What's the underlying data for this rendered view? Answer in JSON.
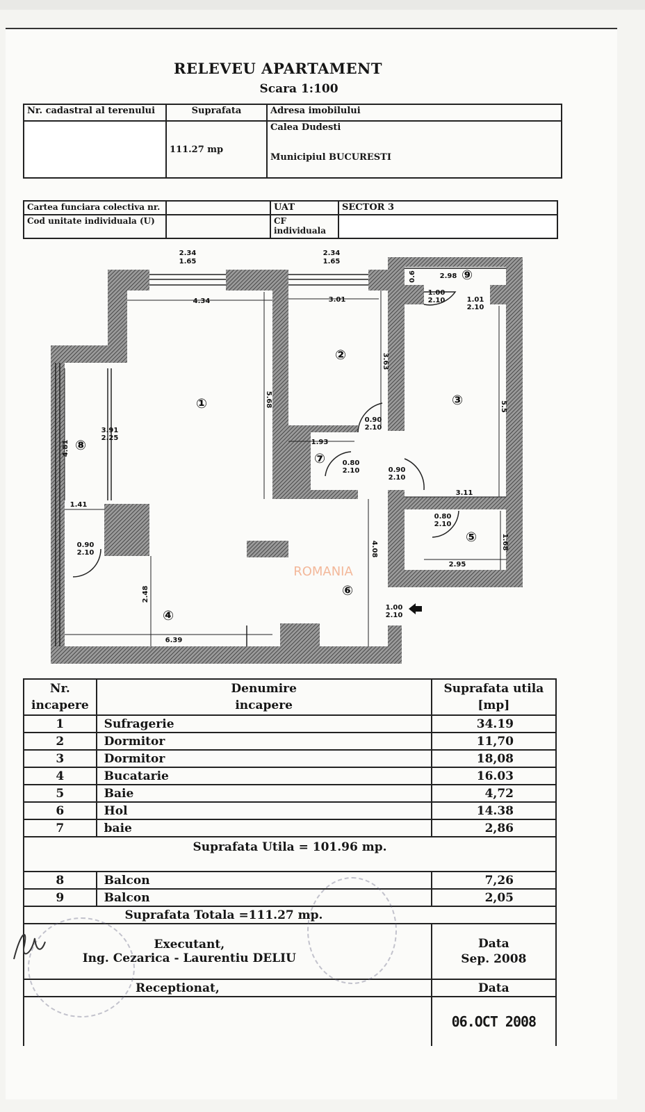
{
  "header": {
    "title": "RELEVEU APARTAMENT",
    "scale": "Scara 1:100"
  },
  "info_table": {
    "col_cadastral": "Nr. cadastral al terenului",
    "col_surface": "Suprafata",
    "col_address": "Adresa imobilului",
    "surface_value": "111.27 mp",
    "address_line1": "Calea Dudesti",
    "address_line2": "Municipiul BUCURESTI"
  },
  "registry_table": {
    "carte_funciara": "Cartea funciara colectiva nr.",
    "cod_unitate": "Cod unitate individuala (U)",
    "uat_label": "UAT",
    "uat_value": "SECTOR 3",
    "cf_label": "CF individuala"
  },
  "plan": {
    "room_numbers": [
      "①",
      "②",
      "③",
      "④",
      "⑤",
      "⑥",
      "⑦",
      "⑧",
      "⑨"
    ],
    "dimensions": [
      "2.34",
      "1.65",
      "2.34",
      "1.65",
      "4.34",
      "3.01",
      "2.98",
      "0.6",
      "1.00",
      "2.10",
      "1.01",
      "2.10",
      "5.68",
      "3.63",
      "5.5",
      "3.91",
      "2.25",
      "4.81",
      "1.93",
      "0.90",
      "2.10",
      "0.80",
      "2.10",
      "0.90",
      "2.10",
      "3.11",
      "0.80",
      "2.10",
      "1.68",
      "2.95",
      "1.41",
      "0.90",
      "2.10",
      "2.48",
      "6.39",
      "4.08",
      "1.00",
      "2.10"
    ],
    "watermark": "ROMANIA"
  },
  "rooms_table": {
    "col_nr": [
      "Nr.",
      "incapere"
    ],
    "col_name": [
      "Denumire",
      "incapere"
    ],
    "col_area": [
      "Suprafata utila",
      "[mp]"
    ],
    "rows": [
      {
        "nr": "1",
        "name": "Sufragerie",
        "area": "34.19"
      },
      {
        "nr": "2",
        "name": "Dormitor",
        "area": "11,70"
      },
      {
        "nr": "3",
        "name": "Dormitor",
        "area": "18,08"
      },
      {
        "nr": "4",
        "name": "Bucatarie",
        "area": "16.03"
      },
      {
        "nr": "5",
        "name": "Baie",
        "area": "4,72"
      },
      {
        "nr": "6",
        "name": "Hol",
        "area": "14.38"
      },
      {
        "nr": "7",
        "name": "baie",
        "area": "2,86"
      }
    ],
    "useful_total": "Suprafata Utila = 101.96 mp.",
    "balcony_rows": [
      {
        "nr": "8",
        "name": "Balcon",
        "area": "7,26"
      },
      {
        "nr": "9",
        "name": "Balcon",
        "area": "2,05"
      }
    ],
    "grand_total": "Suprafata Totala =111.27 mp.",
    "executant_label": "Executant,",
    "executant_name": "Ing. Cezarica - Laurentiu DELIU",
    "data_label": "Data",
    "executant_date": "Sep.   2008",
    "receptionat_label": "Receptionat,",
    "data_label2": "Data",
    "received_date": "06.OCT 2008"
  }
}
